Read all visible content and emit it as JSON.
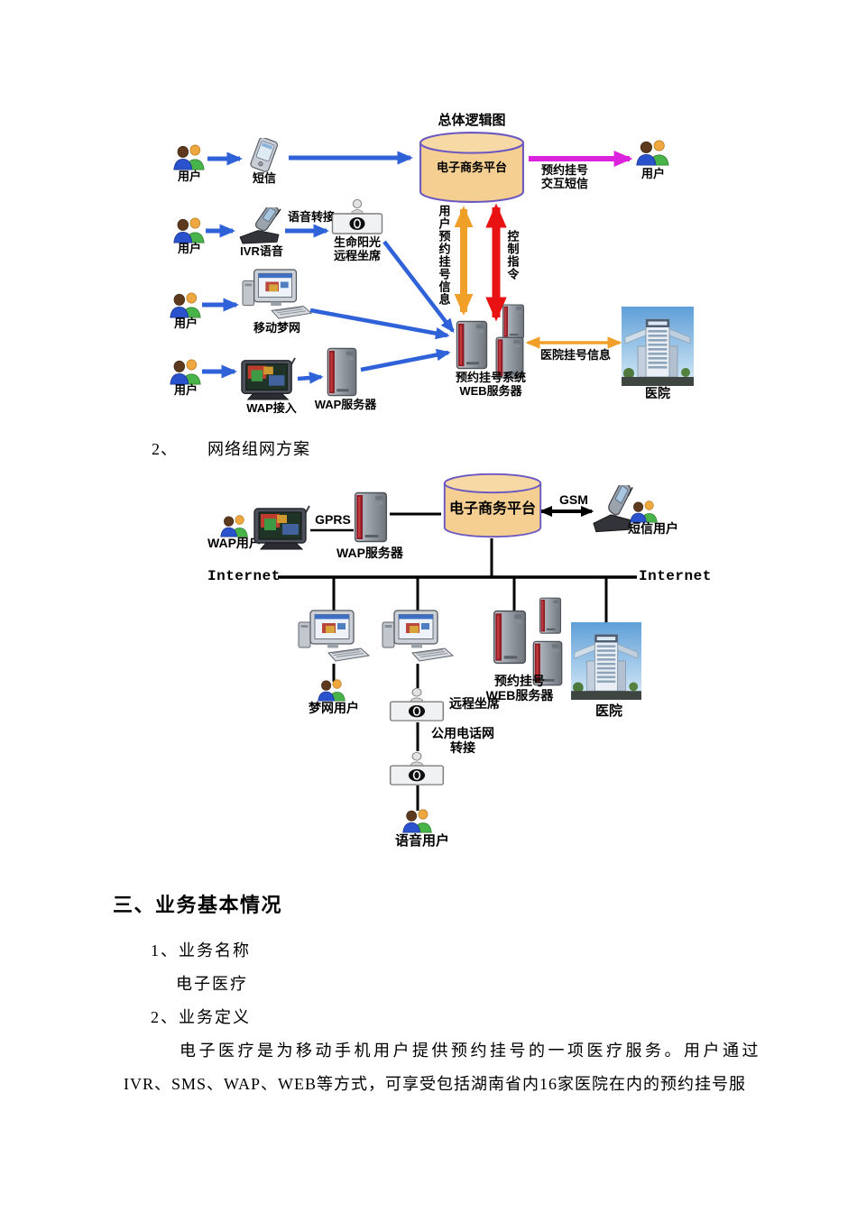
{
  "document": {
    "section2": {
      "num": "2、",
      "title": "网络组网方案"
    },
    "section3": {
      "heading": "三、业务基本情况",
      "item1_label": "1、业务名称",
      "item1_value": "电子医疗",
      "item2_label": "2、业务定义",
      "paragraph_line1": "电子医疗是为移动手机用户提供预约挂号的一项医疗服务。用户通过",
      "paragraph_line2": "IVR、SMS、WAP、WEB等方式，可享受包括湖南省内16家医院在内的预约挂号服"
    }
  },
  "diagram1": {
    "title": "总体逻辑图",
    "platform": "电子商务平台",
    "user_sms": "用户",
    "sms": "短信",
    "user_ivr": "用户",
    "ivr": "IVR语音",
    "voice_transfer": "语音转接",
    "agent_line1": "生命阳光",
    "agent_line2": "远程坐席",
    "user_monternet": "用户",
    "monternet": "移动梦网",
    "user_wap": "用户",
    "wap_access": "WAP接入",
    "wap_server": "WAP服务器",
    "booking_line1": "预约挂号系统",
    "booking_line2": "WEB服务器",
    "hospital_info": "医院挂号信息",
    "hospital": "医院",
    "sms_reply_line1": "预约挂号",
    "sms_reply_line2": "交互短信",
    "user_right": "用户",
    "user_booking_info": "用户预约挂号信息",
    "control_cmd": "控制指令"
  },
  "diagram2": {
    "wap_user": "WAP用户",
    "gprs": "GPRS",
    "wap_server": "WAP服务器",
    "platform": "电子商务平台",
    "gsm": "GSM",
    "sms_user": "短信用户",
    "internet_left": "Internet",
    "internet_right": "Internet",
    "monternet_user": "梦网用户",
    "remote_agent": "远程坐席",
    "pstn_line1": "公用电话网",
    "pstn_line2": "转接",
    "booking_line1": "预约挂号",
    "booking_line2": "WEB服务器",
    "hospital": "医院",
    "voice_user": "语音用户"
  },
  "colors": {
    "platform_fill": "#F5CF92",
    "platform_stroke": "#6A58C0",
    "arrow_blue": "#2F62D8",
    "arrow_orange": "#F0A028",
    "arrow_red": "#E81212",
    "arrow_magenta": "#DD22DD",
    "line_black": "#000000"
  }
}
